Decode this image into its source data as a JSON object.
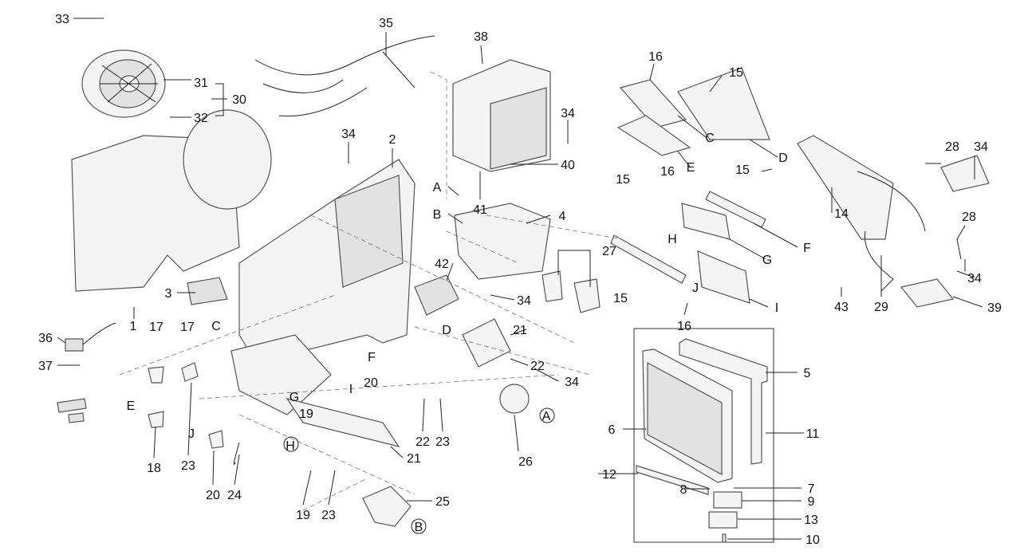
{
  "diagram": {
    "type": "exploded-parts-diagram",
    "callouts": [
      "33",
      "35",
      "38",
      "31",
      "30",
      "32",
      "16",
      "15",
      "34",
      "34",
      "2",
      "40",
      "C",
      "E",
      "D",
      "28",
      "34",
      "16",
      "15",
      "15",
      "14",
      "A",
      "41",
      "B",
      "4",
      "H",
      "G",
      "F",
      "28",
      "27",
      "42",
      "34",
      "3",
      "15",
      "J",
      "16",
      "I",
      "43",
      "29",
      "34",
      "39",
      "1",
      "C",
      "D",
      "21",
      "36",
      "17",
      "17",
      "37",
      "22",
      "F",
      "20",
      "34",
      "5",
      "E",
      "I",
      "G",
      "19",
      "22",
      "23",
      "26",
      "A",
      "6",
      "11",
      "J",
      "H",
      "21",
      "18",
      "23",
      "12",
      "8",
      "7",
      "9",
      "25",
      "20",
      "24",
      "19",
      "23",
      "B",
      "13",
      "10"
    ]
  }
}
